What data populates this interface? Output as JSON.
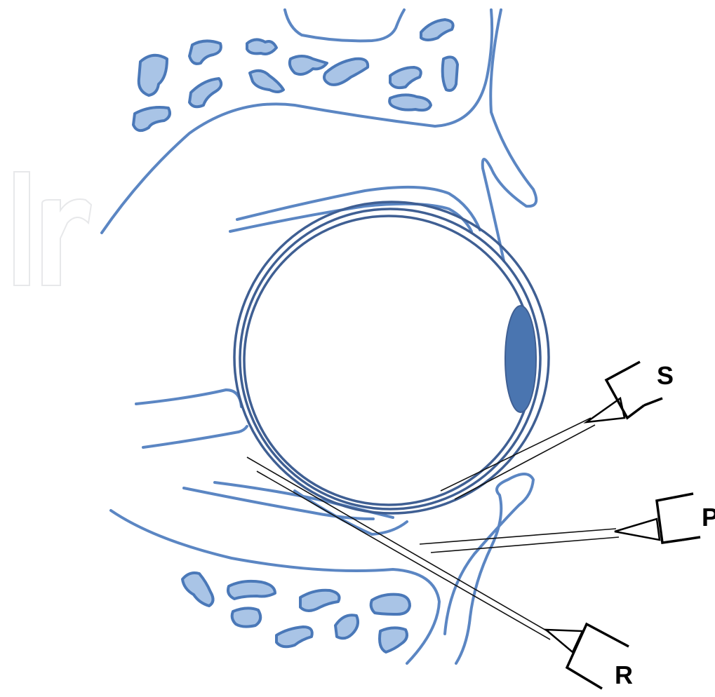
{
  "colors": {
    "tissue": "#5b86c3",
    "bone_fill": "#a9c4e6",
    "bone_stroke": "#4a78b8",
    "globe": "#3f5f93",
    "cornea": "#4a75b0",
    "needle": "#111111",
    "watermark": "#b9bdc2"
  },
  "labels": {
    "s": "S",
    "p": "P",
    "r": "R"
  }
}
